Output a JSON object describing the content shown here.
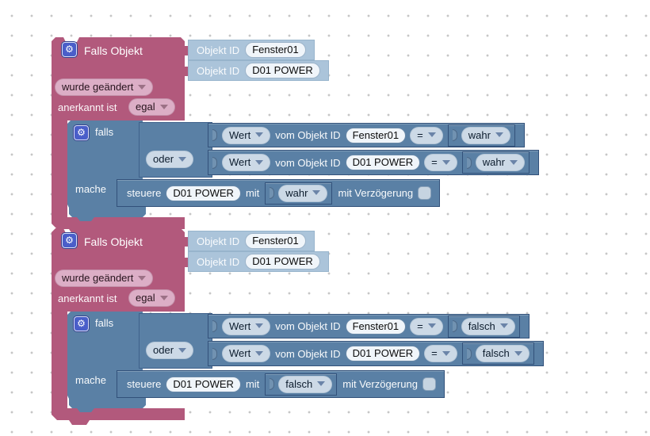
{
  "workspace": {
    "grid_dot_color": "#c6c6c6",
    "background": "#ffffff"
  },
  "colors": {
    "trigger_block": "#b2597c",
    "logic_block": "#5a80a5",
    "shadow_block": "#abc4da",
    "gear_icon_bg": "#4a5ec9",
    "dropdown_blue": "#ccd9e6",
    "dropdown_pink": "#dcaec6"
  },
  "rules": [
    {
      "title": "Falls Objekt",
      "object_ids": [
        {
          "label": "Objekt ID",
          "value": "Fenster01"
        },
        {
          "label": "Objekt ID",
          "value": "D01 POWER"
        }
      ],
      "change_dropdown": "wurde geändert",
      "ack_label": "anerkannt ist",
      "ack_dropdown": "egal",
      "if_label": "falls",
      "operator_dropdown": "oder",
      "conditions": [
        {
          "attr": "Wert",
          "from_label": "vom Objekt ID",
          "object_id": "Fenster01",
          "comparator": "=",
          "value": "wahr"
        },
        {
          "attr": "Wert",
          "from_label": "vom Objekt ID",
          "object_id": "D01 POWER",
          "comparator": "=",
          "value": "wahr"
        }
      ],
      "do_label": "mache",
      "action": {
        "verb": "steuere",
        "object_id": "D01 POWER",
        "with_label": "mit",
        "value": "wahr",
        "delay_label": "mit Verzögerung"
      }
    },
    {
      "title": "Falls Objekt",
      "object_ids": [
        {
          "label": "Objekt ID",
          "value": "Fenster01"
        },
        {
          "label": "Objekt ID",
          "value": "D01 POWER"
        }
      ],
      "change_dropdown": "wurde geändert",
      "ack_label": "anerkannt ist",
      "ack_dropdown": "egal",
      "if_label": "falls",
      "operator_dropdown": "oder",
      "conditions": [
        {
          "attr": "Wert",
          "from_label": "vom Objekt ID",
          "object_id": "Fenster01",
          "comparator": "=",
          "value": "falsch"
        },
        {
          "attr": "Wert",
          "from_label": "vom Objekt ID",
          "object_id": "D01 POWER",
          "comparator": "=",
          "value": "falsch"
        }
      ],
      "do_label": "mache",
      "action": {
        "verb": "steuere",
        "object_id": "D01 POWER",
        "with_label": "mit",
        "value": "falsch",
        "delay_label": "mit Verzögerung"
      }
    }
  ]
}
